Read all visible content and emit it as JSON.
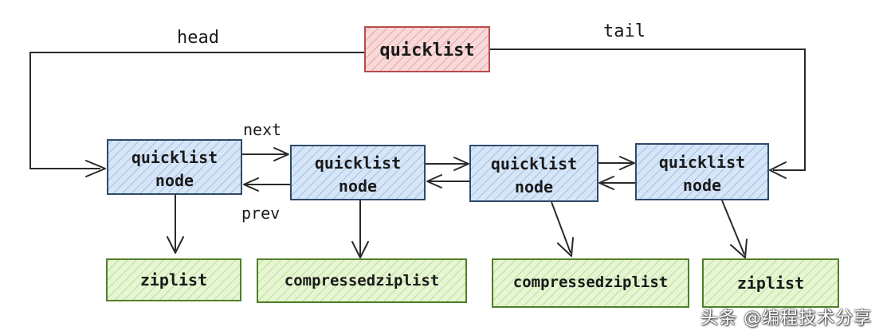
{
  "colors": {
    "quicklist_fill": "#f6d2d2",
    "quicklist_stroke": "#c24a4a",
    "node_fill": "#cfe1f6",
    "node_stroke": "#2f4a6a",
    "ziplist_fill": "#dff2c8",
    "ziplist_stroke": "#5a8f2f",
    "line": "#2a2a2a"
  },
  "quicklist": {
    "label": "quicklist"
  },
  "edges": {
    "head": "head",
    "tail": "tail",
    "next": "next",
    "prev": "prev"
  },
  "nodes": [
    {
      "line1": "quicklist",
      "line2": "node"
    },
    {
      "line1": "quicklist",
      "line2": "node"
    },
    {
      "line1": "quicklist",
      "line2": "node"
    },
    {
      "line1": "quicklist",
      "line2": "node"
    }
  ],
  "lists": [
    {
      "label": "ziplist"
    },
    {
      "label": "compressedziplist"
    },
    {
      "label": "compressedziplist"
    },
    {
      "label": "ziplist"
    }
  ],
  "watermark": "头条 @编程技术分享"
}
